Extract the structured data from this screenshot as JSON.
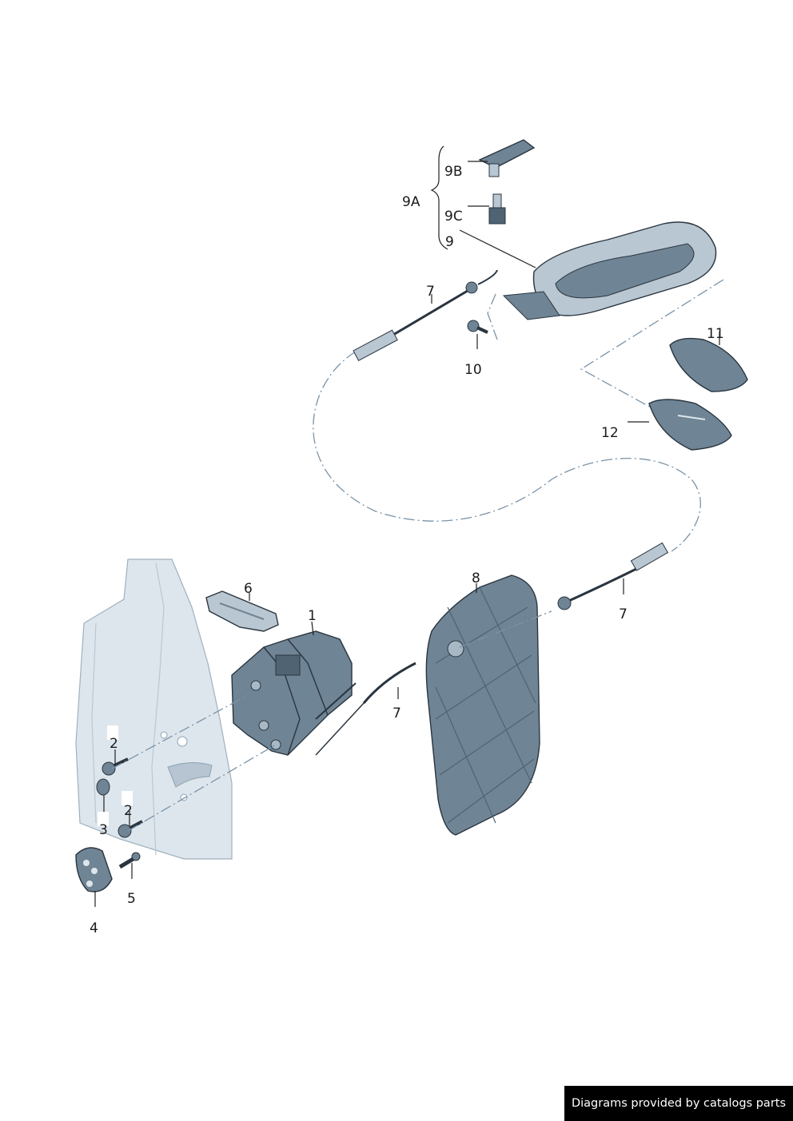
{
  "labels": {
    "l1": "1",
    "l2a": "2",
    "l2b": "2",
    "l3": "3",
    "l4": "4",
    "l5": "5",
    "l6": "6",
    "l7a": "7",
    "l7b": "7",
    "l7c": "7",
    "l8": "8",
    "l9": "9",
    "l9a": "9A",
    "l9b": "9B",
    "l9c": "9C",
    "l10": "10",
    "l11": "11",
    "l12": "12"
  },
  "footer": {
    "text": "Diagrams provided by catalogs parts"
  },
  "colors": {
    "part_fill": "#6f8494",
    "part_dark": "#4f6372",
    "door_fill": "#dde6ed",
    "line": "#7a93a8"
  }
}
